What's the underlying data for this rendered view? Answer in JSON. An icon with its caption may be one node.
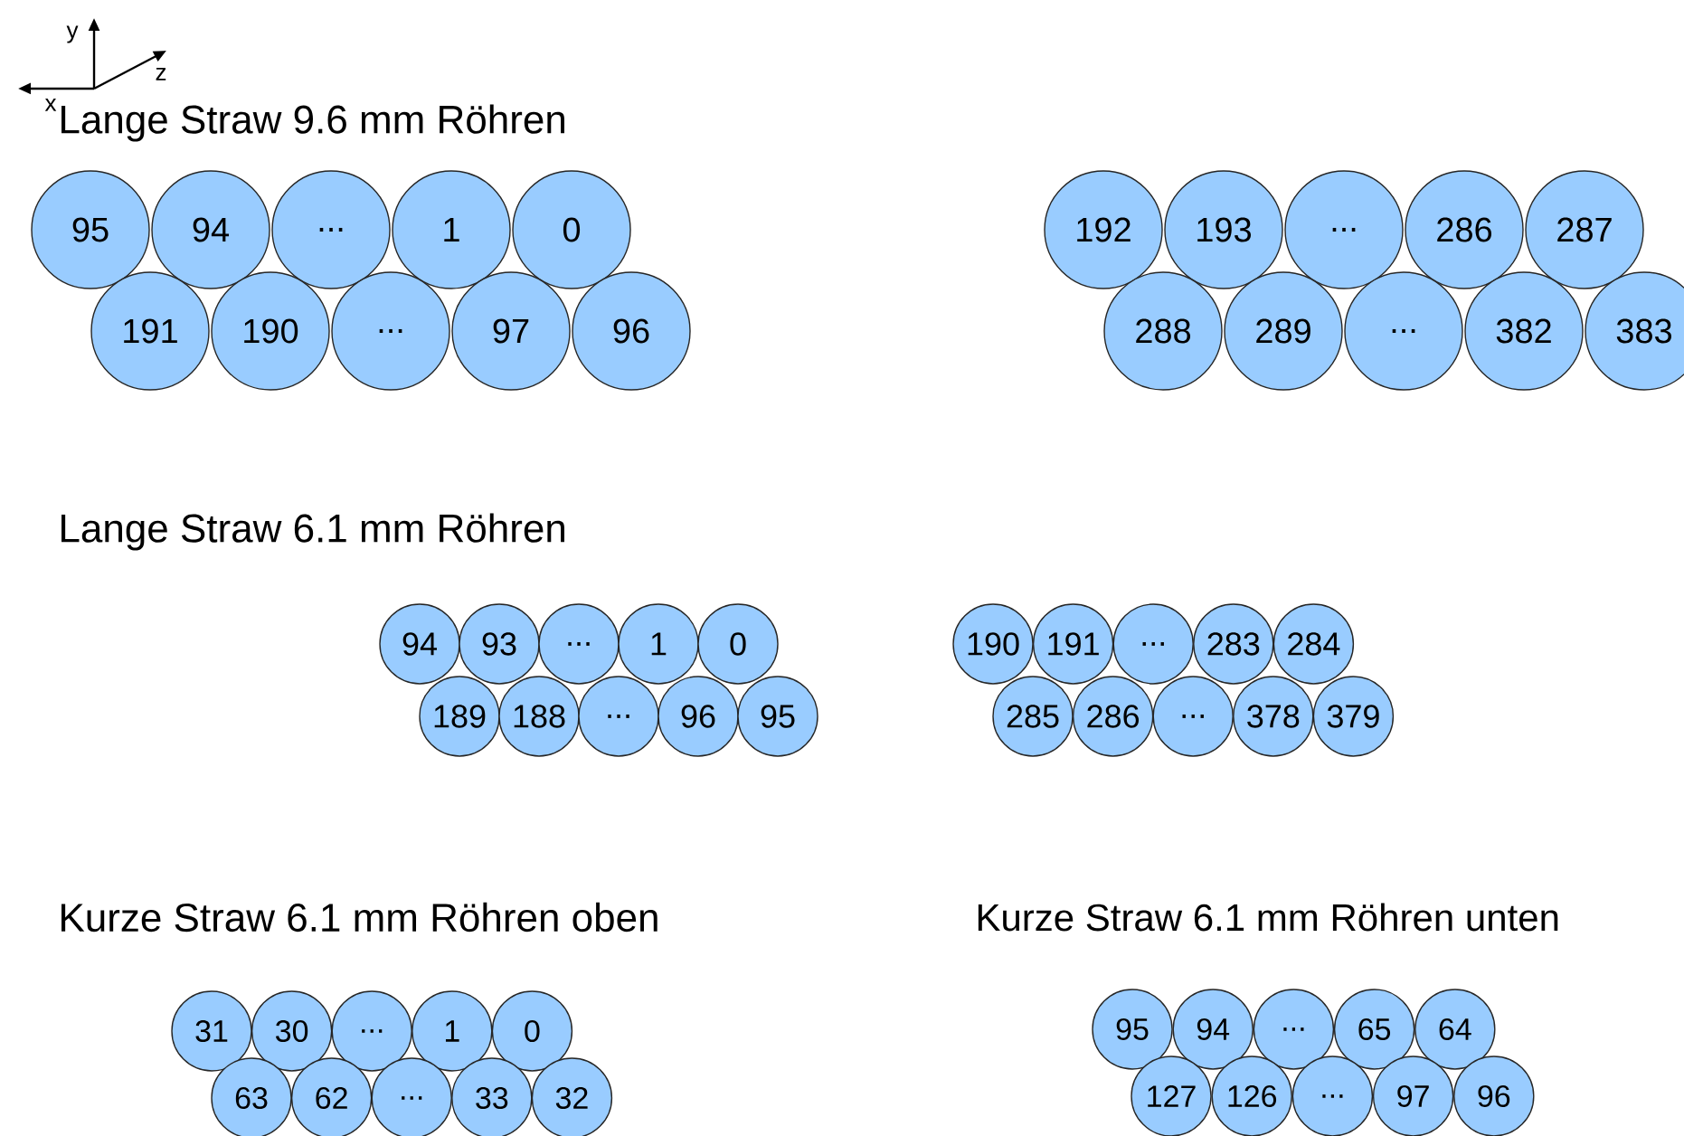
{
  "diagram": {
    "nodes": [
      {
        "text": [
          "95"
        ]
      },
      {
        "text": [
          "94"
        ]
      },
      {
        "text": [
          "..."
        ]
      },
      {
        "text": [
          "1"
        ]
      },
      {
        "text": [
          "0"
        ]
      },
      {
        "text": [
          "191"
        ]
      },
      {
        "text": [
          "190"
        ]
      },
      {
        "text": [
          "..."
        ]
      },
      {
        "text": [
          "97"
        ]
      },
      {
        "text": [
          "96"
        ]
      },
      {
        "text": [
          "192"
        ]
      },
      {
        "text": [
          "193"
        ]
      },
      {
        "text": [
          "..."
        ]
      },
      {
        "text": [
          "286"
        ]
      },
      {
        "text": [
          "287"
        ]
      },
      {
        "text": [
          "288"
        ]
      },
      {
        "text": [
          "289"
        ]
      },
      {
        "text": [
          "..."
        ]
      },
      {
        "text": [
          "382"
        ]
      },
      {
        "text": [
          "383"
        ]
      },
      {
        "text": [
          "94"
        ]
      },
      {
        "text": [
          "93"
        ]
      },
      {
        "text": [
          "..."
        ]
      },
      {
        "text": [
          "1"
        ]
      },
      {
        "text": [
          "0"
        ]
      },
      {
        "text": [
          "189"
        ]
      },
      {
        "text": [
          "188"
        ]
      },
      {
        "text": [
          "..."
        ]
      },
      {
        "text": [
          "96"
        ]
      },
      {
        "text": [
          "95"
        ]
      },
      {
        "text": [
          "190"
        ]
      },
      {
        "text": [
          "191"
        ]
      },
      {
        "text": [
          "..."
        ]
      },
      {
        "text": [
          "283"
        ]
      },
      {
        "text": [
          "284"
        ]
      },
      {
        "text": [
          "285"
        ]
      },
      {
        "text": [
          "286"
        ]
      },
      {
        "text": [
          "..."
        ]
      },
      {
        "text": [
          "378"
        ]
      },
      {
        "text": [
          "379"
        ]
      },
      {
        "text": [
          "31"
        ]
      },
      {
        "text": [
          "30"
        ]
      },
      {
        "text": [
          "..."
        ]
      },
      {
        "text": [
          "1"
        ]
      },
      {
        "text": [
          "0"
        ]
      },
      {
        "text": [
          "63"
        ]
      },
      {
        "text": [
          "62"
        ]
      },
      {
        "text": [
          "..."
        ]
      },
      {
        "text": [
          "33"
        ]
      },
      {
        "text": [
          "32"
        ]
      },
      {
        "text": [
          "95"
        ]
      },
      {
        "text": [
          "94"
        ]
      },
      {
        "text": [
          "..."
        ]
      },
      {
        "text": [
          "65"
        ]
      },
      {
        "text": [
          "64"
        ]
      },
      {
        "text": [
          "127"
        ]
      },
      {
        "text": [
          "126"
        ]
      },
      {
        "text": [
          "..."
        ]
      },
      {
        "text": [
          "97"
        ]
      },
      {
        "text": [
          "96"
        ]
      }
    ],
    "labels": [
      "y",
      "z",
      "x",
      "Lange Straw 9.6 mm Röhren",
      "Lange Straw 6.1 mm Röhren",
      "Kurze Straw 6.1 mm Röhren oben",
      "Kurze Straw 6.1 mm Röhren unten"
    ]
  }
}
